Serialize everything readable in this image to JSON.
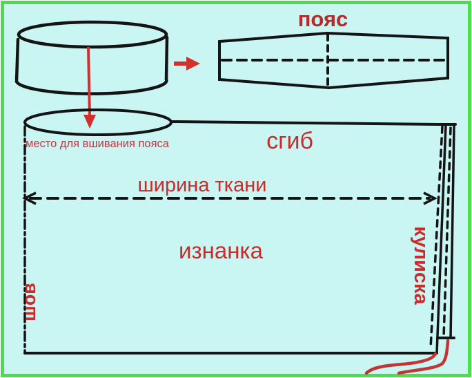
{
  "title": "skirt-waistband-sewing-pattern",
  "colors": {
    "background": "#c9f5f3",
    "frame_border": "#4cdc4c",
    "line_color": "#141414",
    "label_red": "#cc2b2b",
    "note_red": "#bb3a46",
    "cord_red": "#c43434"
  },
  "labels": {
    "belt": "пояс",
    "insertion_note": "место для вшивания пояса",
    "fold": "сгиб",
    "fabric_width": "ширина ткани",
    "wrong_side": "изнанка",
    "seam": "шов",
    "casing": "кулиска"
  },
  "icons": {
    "down_arrow": "red arrow from waistband into waist opening",
    "right_arrow": "red arrow from sewn waistband to flat belt pattern",
    "width_arrow": "double-headed dashed arrow marking fabric width",
    "drawstring": "red drawstring cords exiting casing bottom"
  }
}
